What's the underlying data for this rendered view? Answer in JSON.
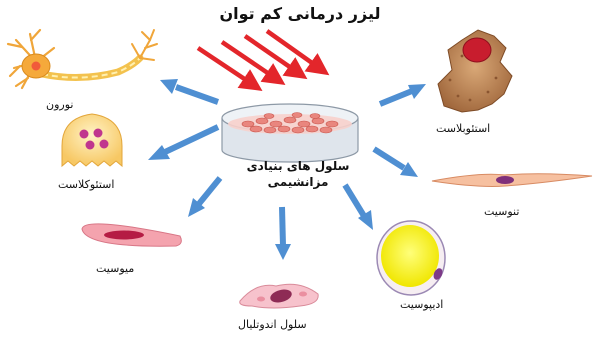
{
  "title": "لیزر درمانی کم توان",
  "center": {
    "line1": "سلول های بنیادی",
    "line2": "مزانشیمی"
  },
  "cells": {
    "neuron": "نورون",
    "osteoclast": "استئوکلاست",
    "myocyte": "میوسیت",
    "endothelial": "سلول اندوتلیال",
    "adipocyte": "ادیپوسیت",
    "tenocyte": "تنوسیت",
    "osteoblast": "استئوبلاست"
  },
  "colors": {
    "laser": "#e3262b",
    "arrow": "#4f8fd2",
    "dish": "#d5dde6",
    "cell_pink": "#f2a0a8"
  }
}
